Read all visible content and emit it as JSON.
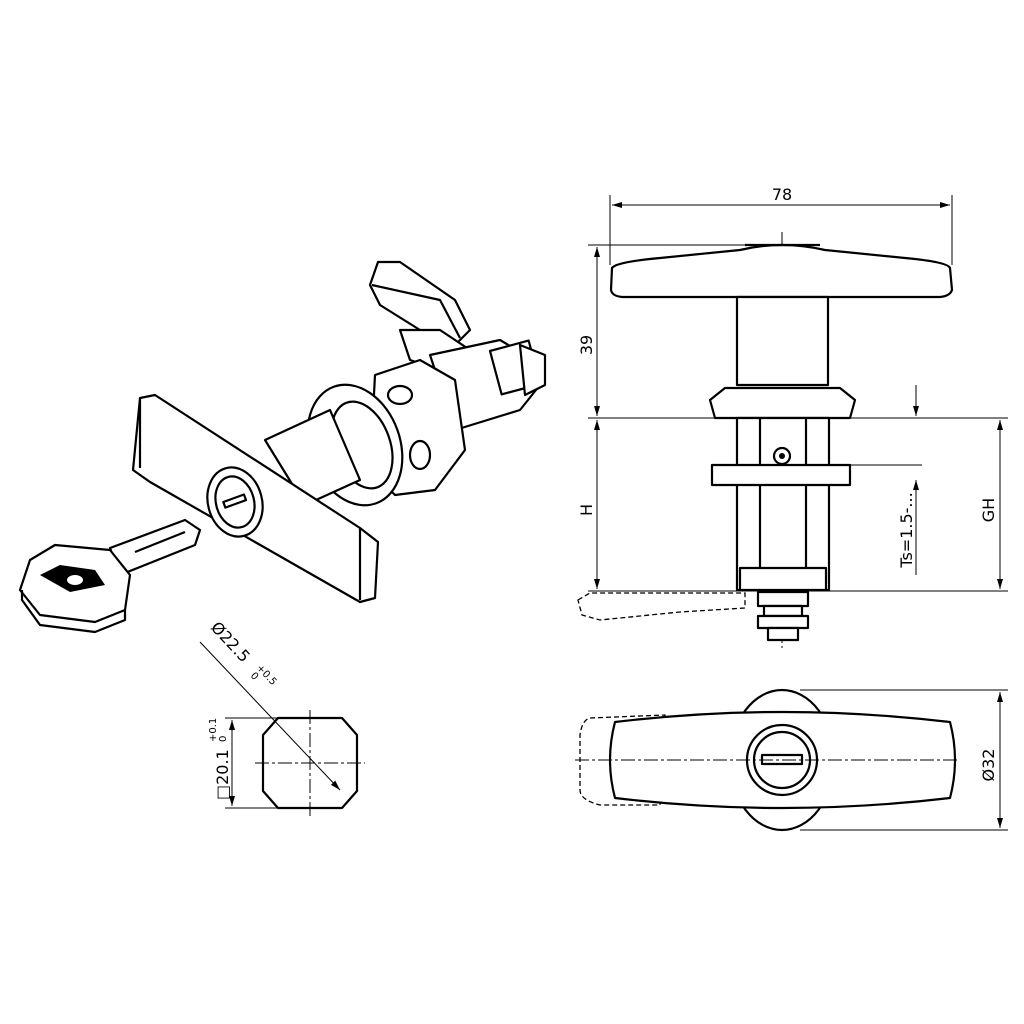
{
  "dimensions": {
    "handle_width": "78",
    "handle_height": "39",
    "h": "H",
    "gh": "GH",
    "ts": "Ts=1.5-...",
    "base_diameter": "Ø32",
    "hole_diameter": "Ø22.5",
    "hole_diameter_tol_upper": "+0.5",
    "hole_diameter_tol_lower": "0",
    "hole_square": "□20.1",
    "hole_square_tol_upper": "+0.1",
    "hole_square_tol_lower": "0"
  }
}
